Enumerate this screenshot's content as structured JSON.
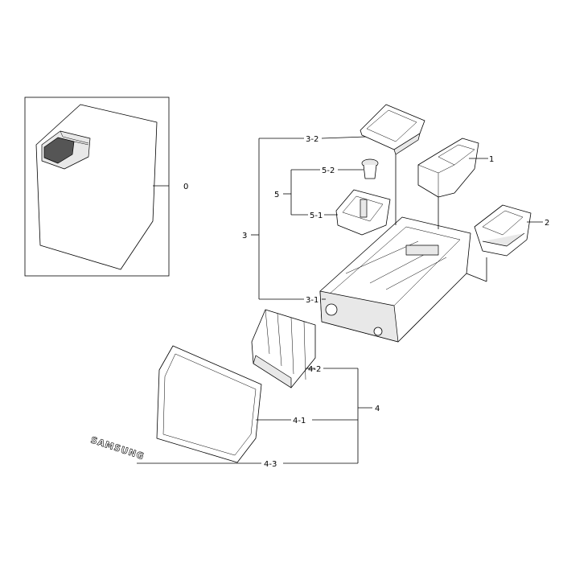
{
  "labels": {
    "l0": "0",
    "l1": "1",
    "l2": "2",
    "l3": "3",
    "l3_1": "3-1",
    "l3_2": "3-2",
    "l4": "4",
    "l4_1": "4-1",
    "l4_2": "4-2",
    "l4_3": "4-3",
    "l5": "5",
    "l5_1": "5-1",
    "l5_2": "5-2"
  },
  "logo_text": "SAMSUNG"
}
